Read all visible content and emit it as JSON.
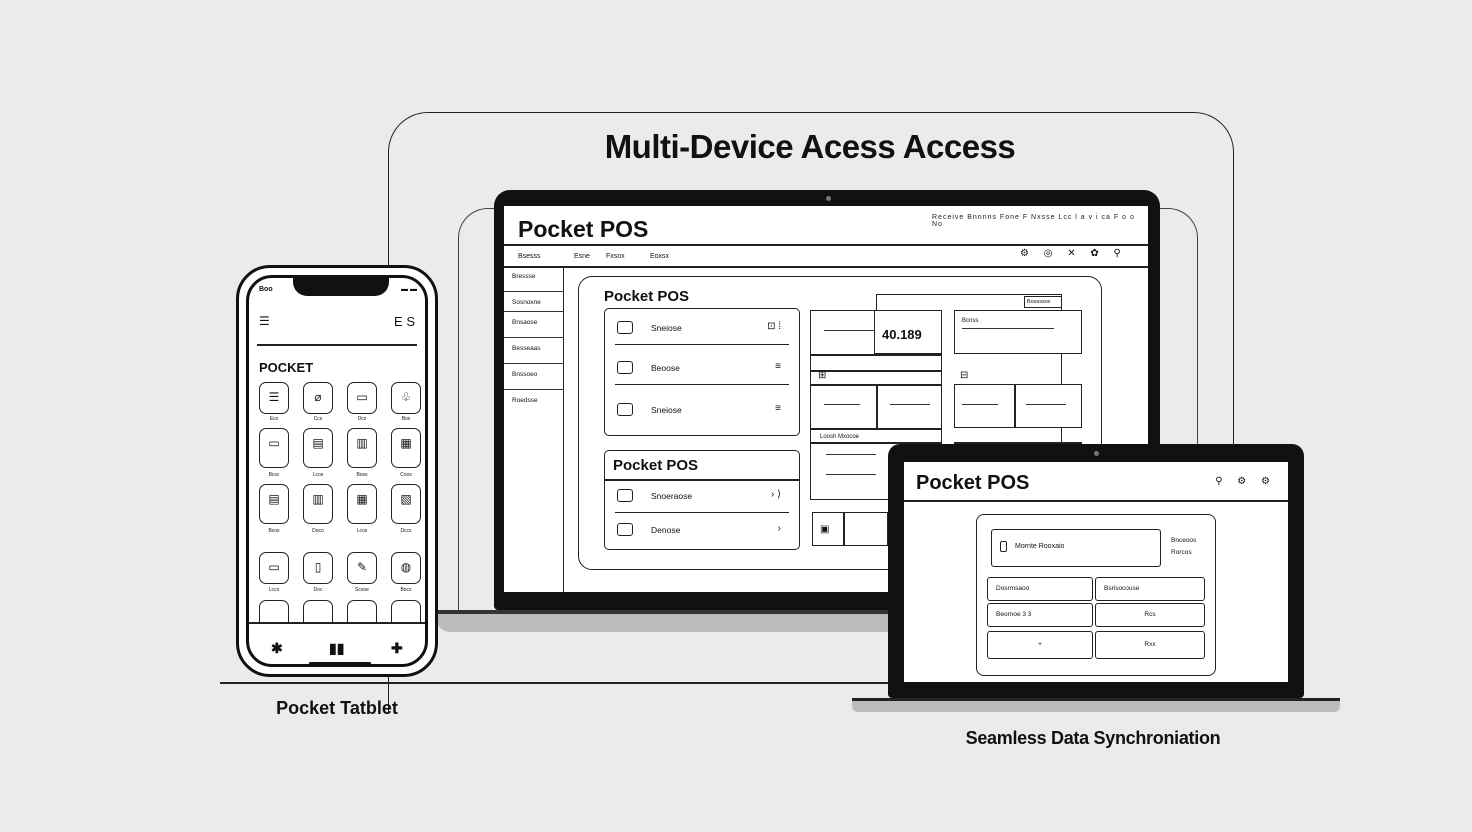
{
  "headline": "Multi-Device Acess Access",
  "laptop": {
    "app_title": "Pocket POS",
    "top_nav": "Receive  Bnnnns  Fone  F  Nxsse  Lcc  l a v  i ca  F o o  No",
    "sub_nav": [
      "Bsesss",
      "Esne",
      "Fxsox",
      "Eoxsx"
    ],
    "header_icons": "⚙ ◎ ✕ ✿ ⚲",
    "sidebar": [
      "Bressse",
      "Sosnoxne",
      "Bnsaose",
      "Besseaas",
      "Bnssoeo",
      "Roedsse"
    ],
    "card1_title": "Pocket POS",
    "card1_rows": [
      {
        "label": "Sneiose",
        "right": "⊡ ⁞"
      },
      {
        "label": "Beoose",
        "right": "≡"
      },
      {
        "label": "Sneiose",
        "right": "≡"
      }
    ],
    "card2_title": "Pocket POS",
    "card2_rows": [
      {
        "label": "Snoeraose",
        "right": "› ⟩"
      },
      {
        "label": "Denose",
        "right": "›"
      }
    ],
    "amount": "40.189",
    "tab_label": "Bossssox",
    "small_label_1": "Bcnss",
    "small_label_2": "Loosh Mxocoe"
  },
  "phone": {
    "status_left": "Boo",
    "status_right": "▬ ▬",
    "header_right": "E  S",
    "title": "POCKET",
    "tiles_row1": [
      "☰",
      "⌀",
      "▭",
      "♧"
    ],
    "tiles_row1_labels": [
      "Eco",
      "Ccs",
      "Dcs",
      "Box"
    ],
    "tiles_row2": [
      "▭",
      "▤",
      "▥",
      "▦"
    ],
    "tiles_row2_labels": [
      "Bcsc",
      "Lcos",
      "Boss",
      "Coos"
    ],
    "tiles_row3": [
      "▤",
      "▥",
      "▦",
      "▧"
    ],
    "tiles_row3_labels": [
      "Bcos",
      "Doco",
      "Lcos",
      "Dccs"
    ],
    "tiles_row4": [
      "▭",
      "▯",
      "✎",
      "◍"
    ],
    "tiles_row4_labels": [
      "Lcco",
      "Doc",
      "Scsoe",
      "Bocs"
    ],
    "tabs": [
      "✱",
      "▮▮",
      "✚"
    ],
    "caption": "Pocket Tatblet"
  },
  "tablet": {
    "app_title": "Pocket POS",
    "header_icons": "⚲ ⚙ ⚙",
    "top_button": "Mornte Rooxaio",
    "top_side_text_1": "Bnceoos",
    "top_side_text_2": "Rorcos",
    "buttons": [
      "Dosrmsaoo",
      "Bsrisocouse",
      "Beornoe  3  3",
      "Rcs",
      "+",
      "Rxx"
    ],
    "caption": "Seamless Data Synchroniation"
  }
}
